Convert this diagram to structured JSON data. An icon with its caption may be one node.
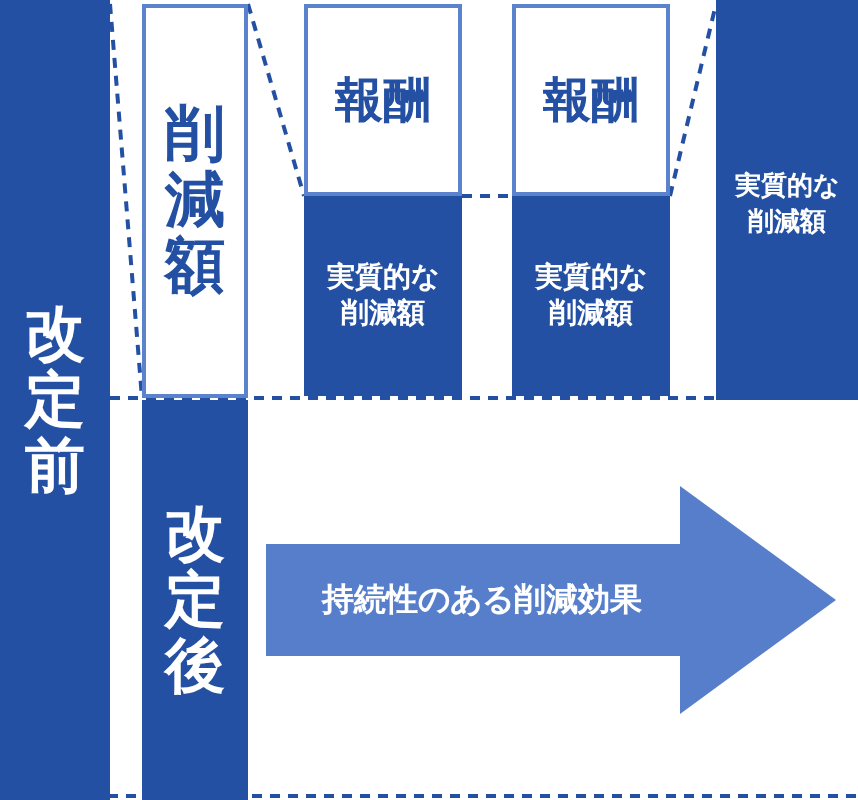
{
  "diagram": {
    "nodes": [
      {
        "text": [
          "改定前"
        ]
      },
      {
        "text": [
          "削減額"
        ]
      },
      {
        "text": [
          "改定後"
        ]
      },
      {
        "text": [
          "報酬"
        ]
      },
      {
        "text": [
          "実質的な削減額"
        ]
      },
      {
        "text": [
          "報酬"
        ]
      },
      {
        "text": [
          "実質的な削減額"
        ]
      },
      {
        "text": [
          "実質的な削減額"
        ]
      },
      {
        "text": [
          "持続性のある削減効果"
        ]
      }
    ],
    "edges": [
      {
        "from": 0,
        "to": 1,
        "arrow": "none",
        "style": "dashed"
      },
      {
        "from": 0,
        "to": 7,
        "arrow": "none",
        "style": "dashed"
      },
      {
        "from": 1,
        "to": 3,
        "arrow": "none",
        "style": "dashed"
      },
      {
        "from": 3,
        "to": 5,
        "arrow": "none",
        "style": "dashed"
      },
      {
        "from": 5,
        "to": 7,
        "arrow": "none",
        "style": "dashed"
      }
    ]
  }
}
